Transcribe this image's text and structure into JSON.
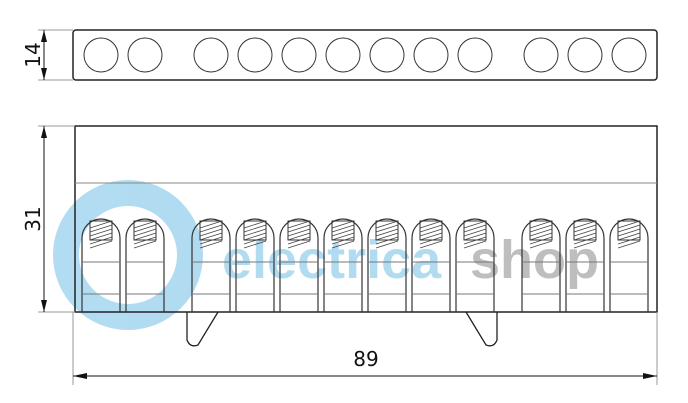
{
  "dimensions": {
    "height_top": "14",
    "height_front": "31",
    "width": "89"
  },
  "terminal_count": 12,
  "terminal_groups": [
    2,
    7,
    3
  ],
  "watermark": {
    "part1": "electrica",
    "part2": "shop",
    "color1": "#a9d8f0",
    "color2": "#b8b8b8"
  },
  "colors": {
    "line": "#222222",
    "dim_line": "#999999"
  }
}
